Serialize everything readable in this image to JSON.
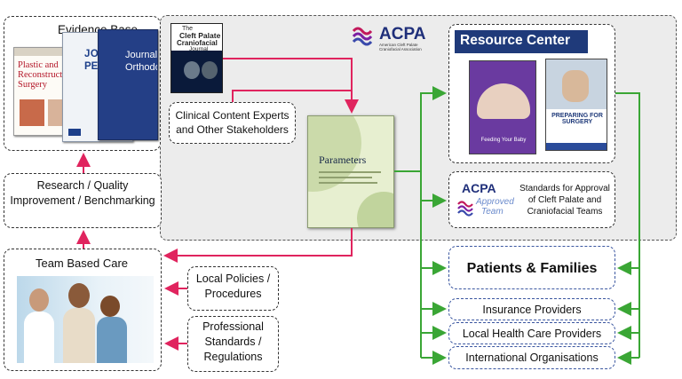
{
  "evidence_base": {
    "title": "Evidence Base",
    "journals": [
      {
        "top": "",
        "title": "Plastic and Reconstructive Surgery"
      },
      {
        "top": "JOURNAL",
        "title": "PEDIATRICS"
      },
      {
        "top": "Journal of",
        "title": "Orthodontics"
      }
    ]
  },
  "cleft_journal": {
    "line1": "The",
    "line2": "Cleft Palate",
    "line3": "Craniofacial",
    "line4": "Journal"
  },
  "acpa_logo": {
    "name": "ACPA",
    "subtitle": "American Cleft Palate Craniofacial Association"
  },
  "stakeholders": {
    "text": "Clinical Content Experts and Other Stakeholders"
  },
  "parameters": {
    "title": "Parameters"
  },
  "resource_center": {
    "title": "Resource Center",
    "booklet_feeding": "Feeding Your Baby",
    "booklet_surgery": "PREPARING FOR SURGERY"
  },
  "approved": {
    "acpa": "ACPA",
    "approved_line1": "Approved",
    "approved_line2": "Team",
    "text": "Standards for Approval of Cleft Palate and Craniofacial Teams"
  },
  "research": {
    "text": "Research / Quality Improvement / Benchmarking"
  },
  "team_care": {
    "title": "Team Based Care"
  },
  "local_policies": {
    "text": "Local Policies / Procedures"
  },
  "professional": {
    "text": "Professional Standards / Regulations"
  },
  "audiences": {
    "patients": "Patients & Families",
    "insurance": "Insurance Providers",
    "local_hcp": "Local Health Care Providers",
    "international": "International Organisations"
  },
  "colors": {
    "red_arrow": "#e0245e",
    "green_arrow": "#3aa635",
    "acpa_blue": "#1f2f7a",
    "resource_navy": "#1f3a7a"
  }
}
